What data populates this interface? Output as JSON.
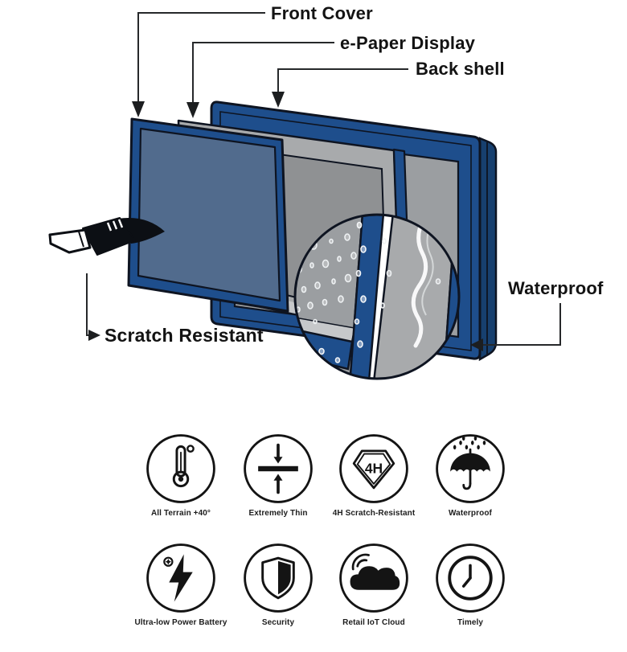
{
  "diagram": {
    "front_cover_label": "Front Cover",
    "epaper_display_label": "e-Paper Display",
    "back_shell_label": "Back shell",
    "waterproof_label": "Waterproof",
    "scratch_resistant_label": "Scratch Resistant",
    "colors": {
      "panel_blue": "#1e4e8c",
      "panel_blue_dark": "#17406f",
      "outline_dark": "#0e1421",
      "display_gray": "#a8aaac",
      "screen_gray": "#8f9193",
      "shell_inner_gray": "#9b9ea1",
      "bezel_light": "#c6c8ca",
      "cover_overlay": "#8c8d8f"
    }
  },
  "features": {
    "badge_4h": "4H",
    "items": [
      {
        "icon": "thermometer-icon",
        "label": "All Terrain +40°"
      },
      {
        "icon": "extremely-thin-icon",
        "label": "Extremely Thin"
      },
      {
        "icon": "scratch-4h-icon",
        "label": "4H Scratch-Resistant"
      },
      {
        "icon": "umbrella-rain-icon",
        "label": "Waterproof"
      },
      {
        "icon": "lightning-bolt-icon",
        "label": "Ultra-low Power Battery"
      },
      {
        "icon": "security-shield-icon",
        "label": "Security"
      },
      {
        "icon": "iot-cloud-icon",
        "label": "Retail IoT Cloud"
      },
      {
        "icon": "clock-icon",
        "label": "Timely"
      }
    ]
  }
}
